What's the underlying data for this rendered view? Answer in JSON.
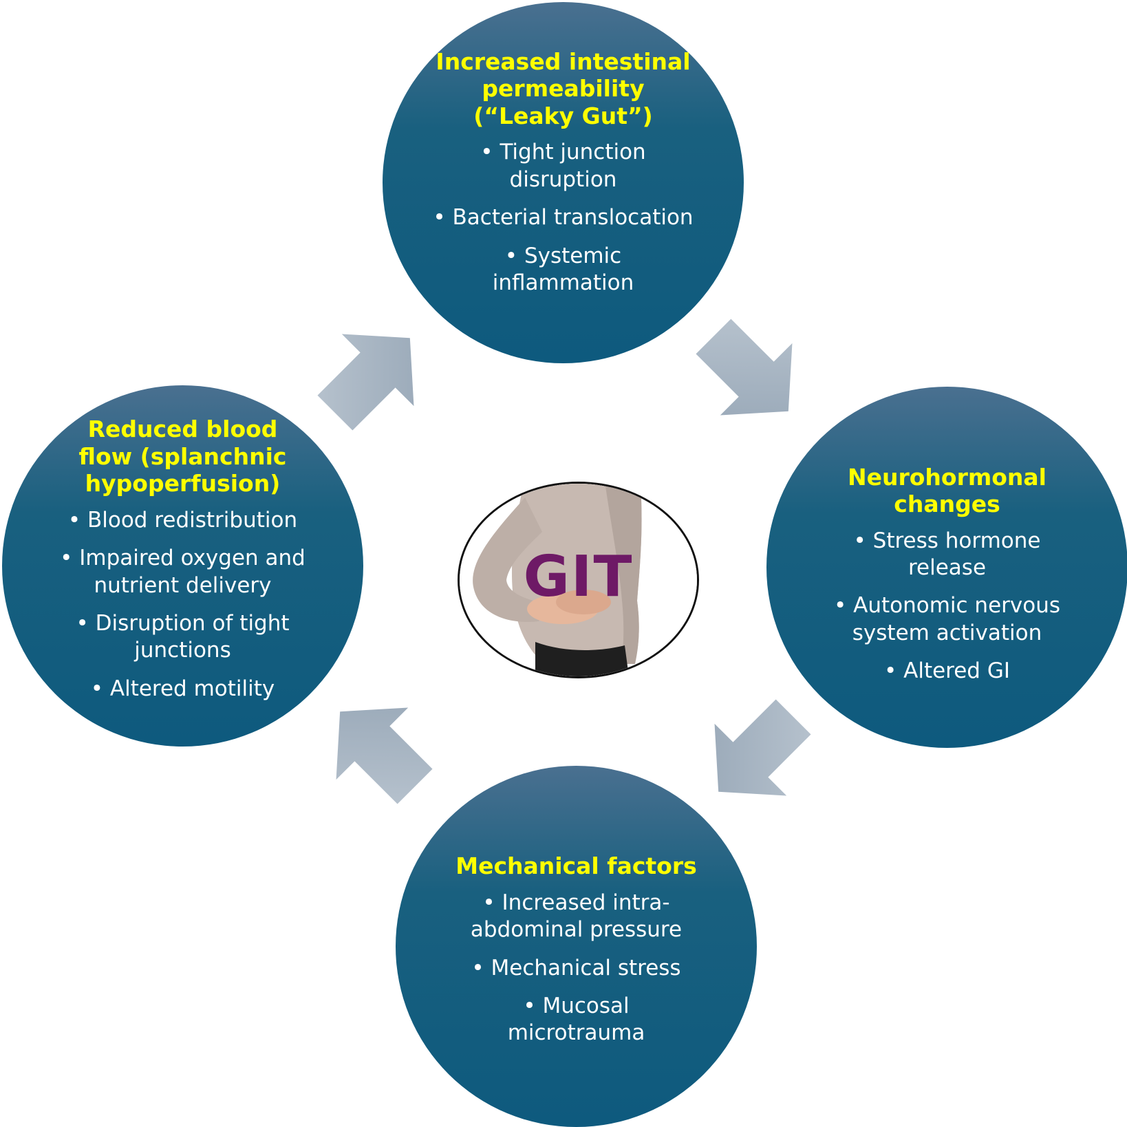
{
  "center": {
    "label": "GIT"
  },
  "circles": {
    "top": {
      "title": "Increased intestinal permeability (“Leaky Gut”)",
      "items": [
        "Tight junction disruption",
        "Bacterial translocation",
        "Systemic inflammation"
      ]
    },
    "right": {
      "title": "Neurohormonal changes",
      "items": [
        "Stress hormone release",
        "Autonomic nervous system activation",
        "Altered GI"
      ]
    },
    "bottom": {
      "title": "Mechanical factors",
      "items": [
        "Increased intra-abdominal pressure",
        "Mechanical stress",
        "Mucosal microtrauma"
      ]
    },
    "left": {
      "title": "Reduced blood flow (splanchnic hypoperfusion)",
      "items": [
        "Blood redistribution",
        "Impaired oxygen and nutrient delivery",
        "Disruption of tight junctions",
        "Altered motility"
      ]
    }
  },
  "colors": {
    "circle_fill": "#0e5a7e",
    "title_text": "#ffff00",
    "body_text": "#ffffff",
    "arrow_fill": "#a7b4c2",
    "center_label": "#6e1a66"
  },
  "icons": {
    "center_image": "person-holding-abdomen-illustration",
    "arrows": "cycle-arrow-icon"
  }
}
